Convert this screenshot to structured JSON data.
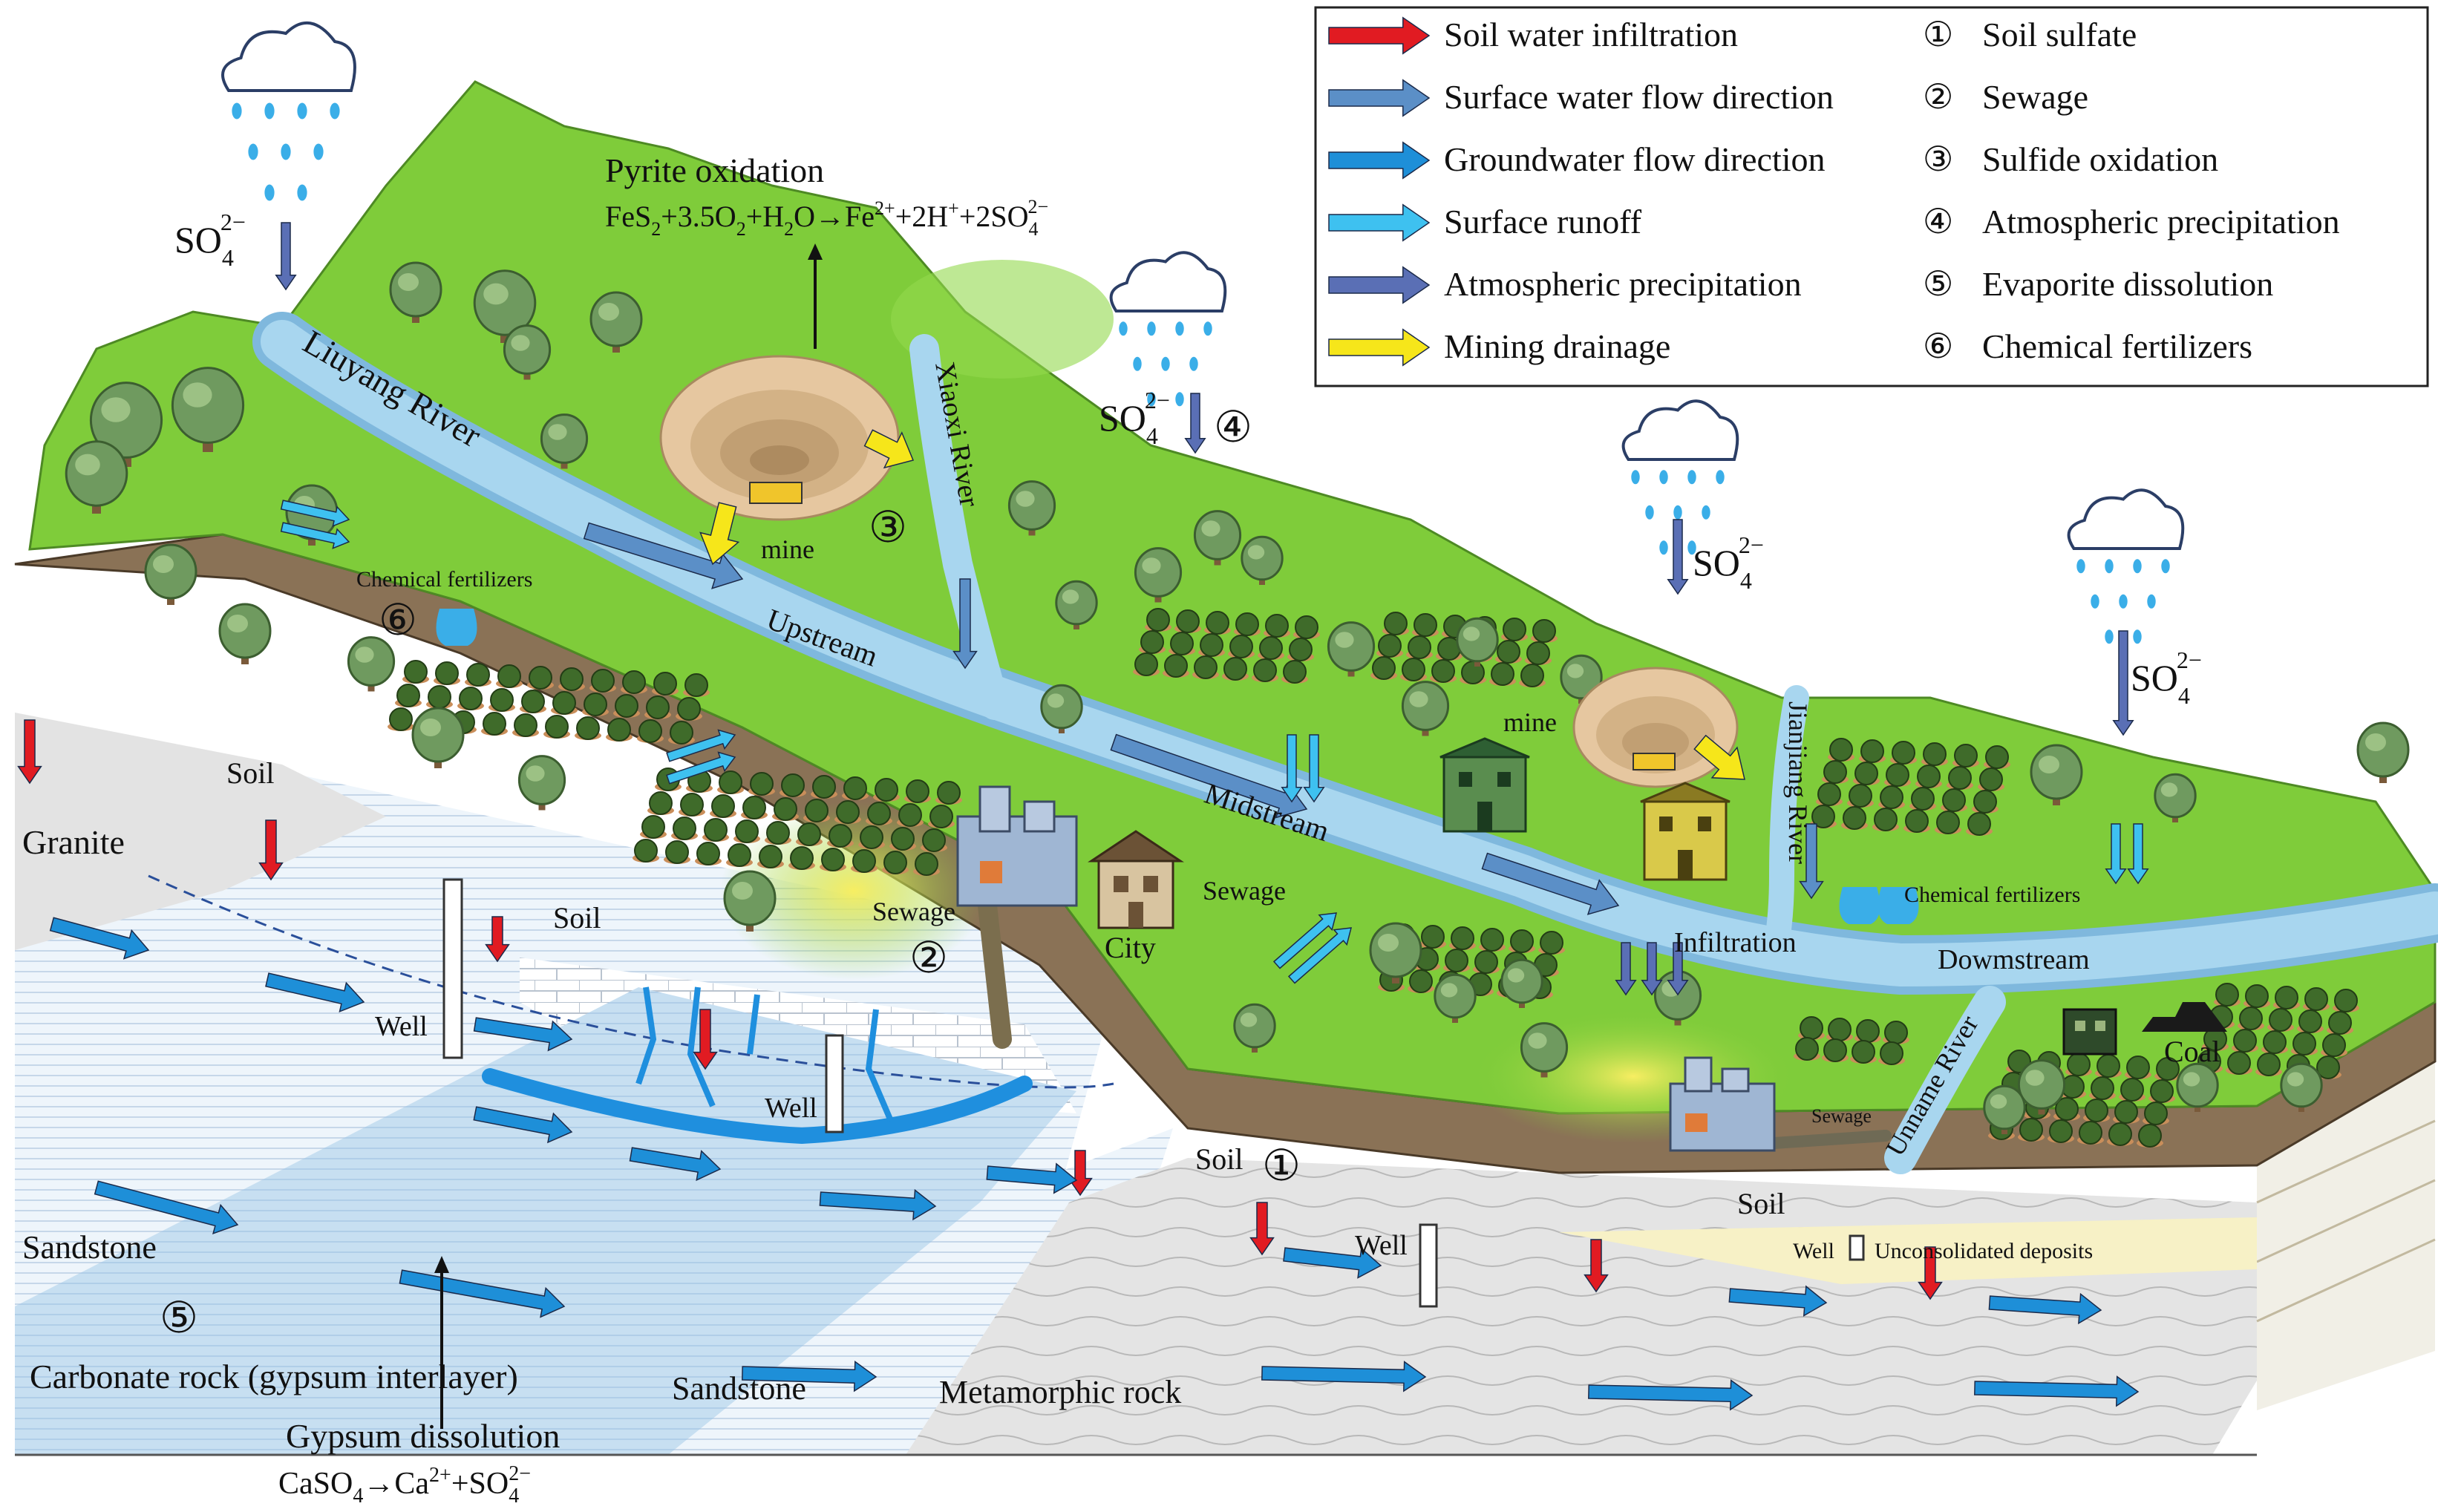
{
  "legend": {
    "arrows": [
      {
        "label": "Soil  water  infiltration",
        "color": "#e11b22"
      },
      {
        "label": "Surface water flow direction",
        "color": "#5b8fc7"
      },
      {
        "label": "Groundwater flow direction",
        "color": "#1e8fd8"
      },
      {
        "label": "Surface runoff",
        "color": "#3ec1f0"
      },
      {
        "label": "Atmospheric precipitation",
        "color": "#5a6fb5"
      },
      {
        "label": "Mining drainage",
        "color": "#f6e61a"
      }
    ],
    "sources": [
      {
        "num": "①",
        "label": "Soil sulfate"
      },
      {
        "num": "②",
        "label": "Sewage"
      },
      {
        "num": "③",
        "label": "Sulfide oxidation"
      },
      {
        "num": "④",
        "label": "Atmospheric precipitation"
      },
      {
        "num": "⑤",
        "label": "Evaporite dissolution"
      },
      {
        "num": "⑥",
        "label": "Chemical fertilizers"
      }
    ]
  },
  "so4": {
    "base": "SO",
    "sub": "4",
    "sup": "2−"
  },
  "pyrite": {
    "title": "Pyrite oxidation",
    "eq": {
      "a": "FeS",
      "a_sub": "2",
      "b": "+3.5O",
      "b_sub": "2",
      "c": "+H",
      "c_sub": "2",
      "d": "O→Fe",
      "d_sup": "2+",
      "e": "+2H",
      "e_sup": "+",
      "f": "+2SO",
      "f_sub": "4",
      "f_sup": "2−"
    }
  },
  "gypsum": {
    "title": "Gypsum dissolution",
    "eq": {
      "a": "CaSO",
      "a_sub": "4",
      "b": "→Ca",
      "b_sup": "2+",
      "c": "+SO",
      "c_sub": "4",
      "c_sup": "2−"
    }
  },
  "labels": {
    "liuyang_river": "Liuyang River",
    "xiaoxi_river": "Xiaoxi River",
    "jianjiang_river": "Jianjiang River",
    "unname_river": "Unname River",
    "upstream": "Upstream",
    "midstream": "Midstream",
    "downstream": "Dowmstream",
    "infiltration": "Infiltration",
    "mine": "mine",
    "chemical_fertilizers": "Chemical fertilizers",
    "sewage": "Sewage",
    "city": "City",
    "coal": "Coal",
    "soil": "Soil",
    "granite": "Granite",
    "sandstone": "Sandstone",
    "carbonate": "Carbonate rock (gypsum interlayer)",
    "metamorphic": "Metamorphic rock",
    "well": "Well",
    "unconsolidated": "Unconsolidated deposits"
  },
  "markers": {
    "n1": "①",
    "n2": "②",
    "n3": "③",
    "n4": "④",
    "n5": "⑤",
    "n6": "⑥"
  }
}
